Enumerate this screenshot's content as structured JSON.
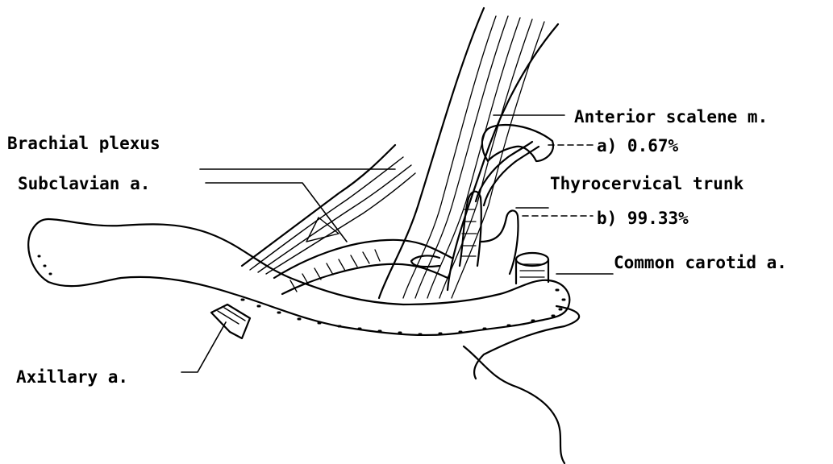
{
  "labels": {
    "anterior_scalene": "Anterior scalene m.",
    "brachial_plexus": "Brachial plexus",
    "subclavian": "Subclavian a.",
    "thyrocervical": "Thyrocervical trunk",
    "common_carotid": "Common carotid a.",
    "axillary": "Axillary a.",
    "variant_a": "a) 0.67%",
    "variant_b": "b) 99.33%"
  }
}
